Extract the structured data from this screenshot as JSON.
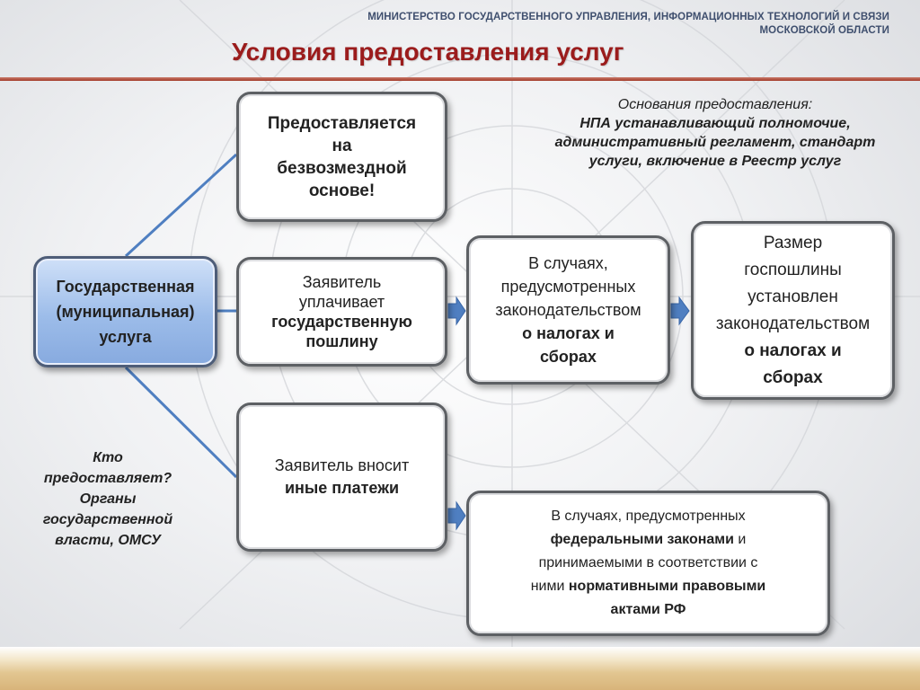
{
  "header": {
    "ministry_line1": "МИНИСТЕРСТВО ГОСУДАРСТВЕННОГО УПРАВЛЕНИЯ, ИНФОРМАЦИОННЫХ ТЕХНОЛОГИЙ И СВЯЗИ",
    "ministry_line2": "МОСКОВСКОЙ ОБЛАСТИ",
    "title": "Условия предоставления услуг"
  },
  "basis": {
    "heading": "Основания предоставления:",
    "text": "НПА устанавливающий полномочие, административный регламент, стандарт услуги, включение в Реестр услуг"
  },
  "main_node": {
    "line1": "Государственная",
    "line2": "(муниципальная)",
    "line3": "услуга"
  },
  "branches": {
    "free": {
      "line1": "Предоставляется",
      "line2": "на",
      "line3": "безвозмездной",
      "line4": "основе!"
    },
    "duty": {
      "line1": "Заявитель",
      "line2": "уплачивает",
      "bold1": "государственную",
      "bold2": "пошлину"
    },
    "other": {
      "text": "Заявитель вносит",
      "bold": "иные платежи"
    }
  },
  "details": {
    "tax_cases": {
      "line1": "В случаях,",
      "line2": "предусмотренных",
      "line3": "законодательством",
      "bold1": "о налогах и",
      "bold2": "сборах"
    },
    "duty_amount": {
      "line1": "Размер",
      "line2": "госпошлины",
      "line3": "установлен",
      "line4": "законодательством",
      "bold1": "о налогах и",
      "bold2": "сборах"
    },
    "federal": {
      "line1": "В случаях, предусмотренных",
      "bold1": "федеральными законами",
      "mid1": " и",
      "line2": "принимаемыми в соответствии с",
      "line3a": "ними ",
      "bold2": "нормативными правовыми",
      "bold3": "актами РФ"
    }
  },
  "who": {
    "question": "Кто",
    "question2": "предоставляет?",
    "answer1": "Органы",
    "answer2": "государственной",
    "answer3": "власти, ОМСУ"
  },
  "colors": {
    "title": "#9b1c1c",
    "ministry": "#3f4f6e",
    "connector": "#4f7fc1",
    "main_fill": "#9cbce9"
  }
}
